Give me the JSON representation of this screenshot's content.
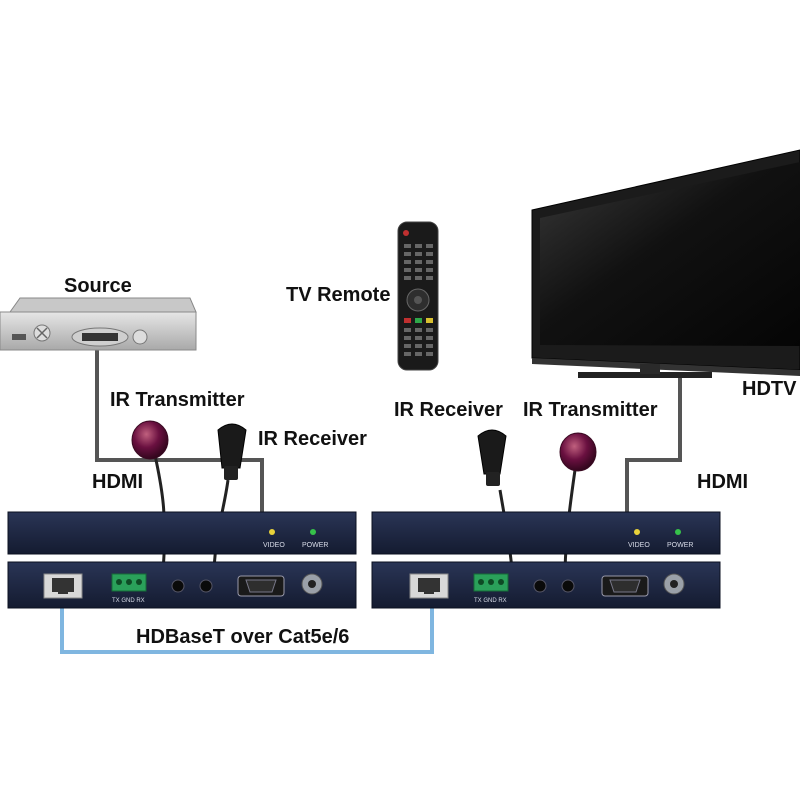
{
  "labels": {
    "source": "Source",
    "tv_remote": "TV Remote",
    "hdtv": "HDTV",
    "ir_transmitter_left": "IR Transmitter",
    "ir_receiver_left": "IR Receiver",
    "ir_receiver_right": "IR Receiver",
    "ir_transmitter_right": "IR Transmitter",
    "hdmi_left": "HDMI",
    "hdmi_right": "HDMI",
    "cable": "HDBaseT over Cat5e/6"
  },
  "units": {
    "video": "VIDEO",
    "power": "POWER",
    "terminal": "TX GND RX"
  },
  "colors": {
    "box_body": "#1c2540",
    "cable_blue": "#7fb6e0",
    "wire": "#555555",
    "led_video": "#e8d23a",
    "led_power": "#36c24a",
    "terminal_green": "#2aa05a",
    "ir_emitter": "#6a1040"
  }
}
